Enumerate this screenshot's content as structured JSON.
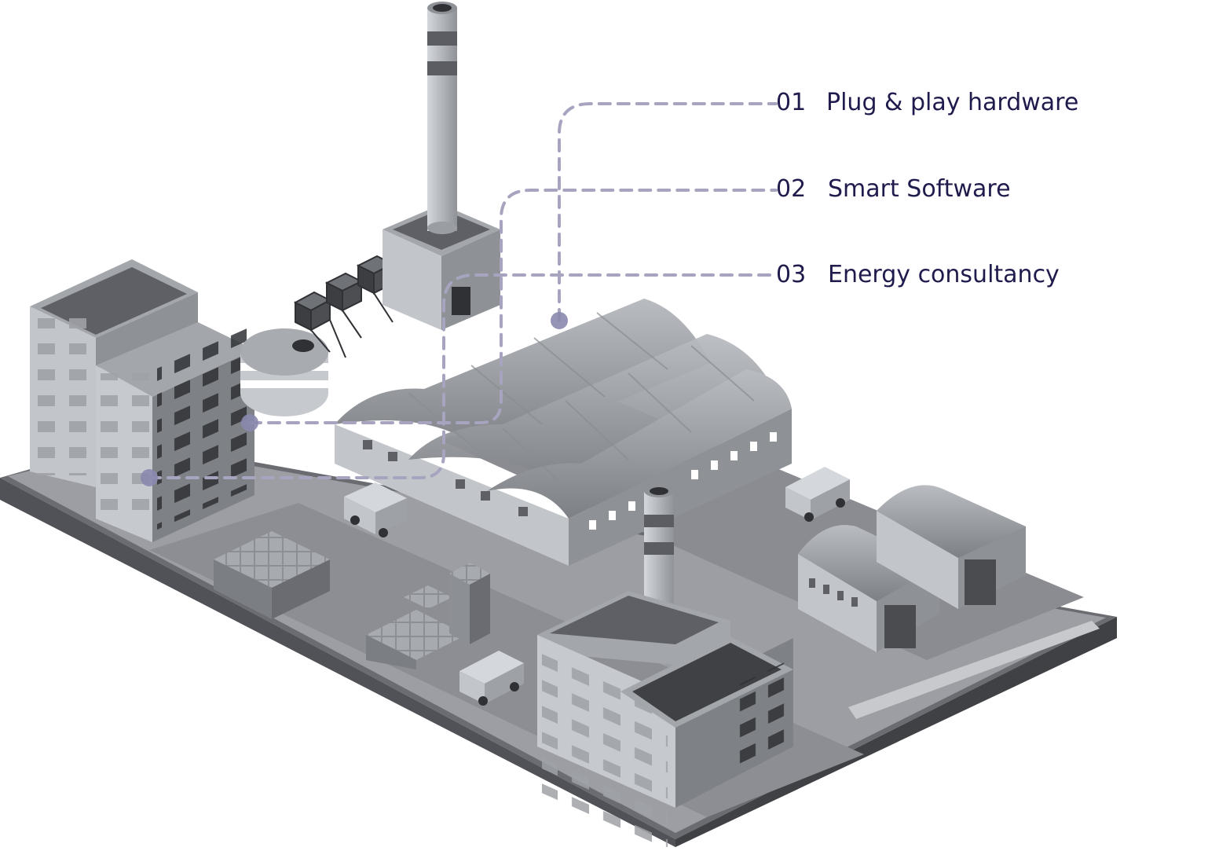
{
  "callouts": [
    {
      "number": "01",
      "label": "Plug & play hardware"
    },
    {
      "number": "02",
      "label": "Smart Software"
    },
    {
      "number": "03",
      "label": "Energy consultancy"
    }
  ],
  "colors": {
    "label_text": "#1f1b4d",
    "leader_line": "#a6a4bf",
    "anchor_dot": "#8a88ae",
    "ground_top": "#9a9ca1",
    "ground_side": "#5e6065",
    "building_light": "#c3c6cb",
    "building_mid": "#a3a6ab",
    "building_dark": "#5b5d62",
    "window": "#2f3135"
  }
}
